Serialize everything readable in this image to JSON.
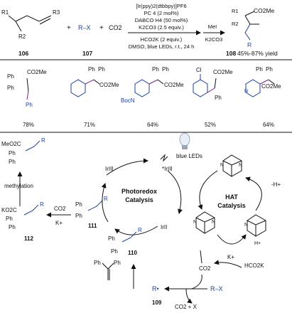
{
  "scheme": {
    "reagents_line1": "[Ir(ppy)2(dtbbpy)]PF6",
    "reagents_line2": "PC 4 (2 mol%)",
    "reagents_line3": "DABCO H4 (50 mol%)",
    "reagents_line4": "K2CO3 (2.5 equiv.)",
    "reagents_line5": "HCO2K (2 equiv.)",
    "reagents_line6": "DMSO, blue LEDs, r.t., 24 h",
    "step2_top": "MeI",
    "step2_bottom": "K2CO3",
    "plus1": "+",
    "plus2": "+",
    "rx": "R–X",
    "co2": "CO2",
    "cmpd_106": "106",
    "cmpd_107": "107",
    "product_label": "108",
    "product_yield": "45%-87% yield",
    "r1": "R1",
    "r2": "R2",
    "r3": "R3",
    "p_r1": "R1",
    "p_r2": "R2",
    "p_co2me": "CO2Me",
    "p_r": "R"
  },
  "examples": [
    {
      "label": "CO2Me",
      "ph1": "Ph",
      "ph2": "Ph",
      "extra": "Ph",
      "yield": "78%"
    },
    {
      "label": "CO2Me",
      "ph1": "Ph",
      "ph2": "Ph",
      "extra": "",
      "yield": "71%"
    },
    {
      "label": "CO2Me",
      "ph1": "Ph",
      "ph2": "Ph",
      "extra": "BocN",
      "yield": "64%"
    },
    {
      "label": "CO2Me",
      "ph1": "Ph",
      "ph2": "",
      "extra": "Cl",
      "yield": "52%"
    },
    {
      "label": "CO2Me",
      "ph1": "Ph",
      "ph2": "Ph",
      "extra": "N",
      "yield": "64%"
    }
  ],
  "mechanism": {
    "blue_leds": "blue LEDs",
    "ir3": "IrIII",
    "ir3_star": "*IrIII",
    "ir2": "IrII",
    "photoredox_1": "Photoredox",
    "photoredox_2": "Catalysis",
    "hat_1": "HAT",
    "hat_2": "Catalysis",
    "minus_h": "-H+",
    "hco2k": "HCO2K",
    "co2_minus": "CO2",
    "k_plus": "K+",
    "k_plus2": "K+",
    "co2": "CO2",
    "co2_x": "CO2 + X",
    "r_x": "R–X",
    "r_rad": "R•",
    "methylation": "methylation",
    "meo2c": "MeO2C",
    "ko2c": "KO2C",
    "ph": "Ph",
    "r": "R",
    "n": "N",
    "h_plus": "H+",
    "label_109": "109",
    "label_110": "110",
    "label_111": "111",
    "label_112": "112"
  }
}
